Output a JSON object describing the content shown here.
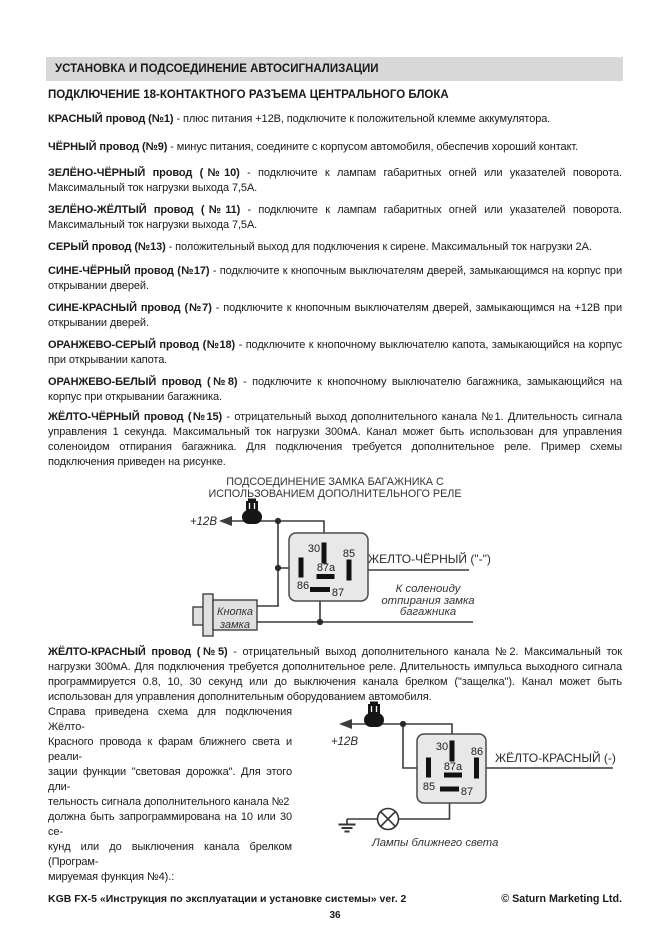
{
  "page": {
    "header_bar": "УСТАНОВКА И ПОДСОЕДИНЕНИЕ АВТОСИГНАЛИЗАЦИИ",
    "section_title": "ПОДКЛЮЧЕНИЕ 18-КОНТАКТНОГО РАЗЪЕМА ЦЕНТРАЛЬНОГО БЛОКА",
    "paragraphs": [
      {
        "lead": "КРАСНЫЙ провод (№1)",
        "text": " - плюс питания +12В, подключите к положительной клемме аккумулятора."
      },
      {
        "lead": "ЧЁРНЫЙ провод (№9)",
        "text": " - минус питания, соедините с корпусом автомобиля, обеспечив хороший контакт."
      },
      {
        "lead": "ЗЕЛЁНО-ЧЁРНЫЙ провод (№10)",
        "text": " - подключите к лампам габаритных огней или указателей поворота. Максимальный ток нагрузки выхода 7,5А."
      },
      {
        "lead": "ЗЕЛЁНО-ЖЁЛТЫЙ провод (№11)",
        "text": " - подключите к лампам габаритных огней или указателей поворота. Максимальный ток нагрузки выхода 7,5А."
      },
      {
        "lead": "СЕРЫЙ провод (№13)",
        "text": " - положительный выход для подключения к сирене. Максимальный ток нагрузки 2А."
      },
      {
        "lead": "СИНЕ-ЧЁРНЫЙ провод (№17)",
        "text": " - подключите к кнопочным выключателям дверей, замыкающимся на корпус при открывании дверей."
      },
      {
        "lead": "СИНЕ-КРАСНЫЙ провод (№7)",
        "text": " - подключите к кнопочным выключателям дверей, замыкающимся на +12В при открывании дверей."
      },
      {
        "lead": "ОРАНЖЕВО-СЕРЫЙ провод (№18)",
        "text": " - подключите к кнопочному выключателю капота, замыкающийся на корпус при открывании капота."
      },
      {
        "lead": "ОРАНЖЕВО-БЕЛЫЙ провод (№8)",
        "text": " - подключите к кнопочному выключателю багажника, замыкающийся на корпус при открывании багажника."
      },
      {
        "lead": "ЖЁЛТО-ЧЁРНЫЙ провод (№15)",
        "text": " - отрицательный выход дополнительного канала №1. Длительность сигнала управления 1 секунда. Максимальный ток нагрузки 300мА. Канал может быть использован для управления соленоидом отпирания багажника. Для подключения требуется дополнительное реле. Пример схемы подключения приведен на рисунке."
      },
      {
        "lead": "ЖЁЛТО-КРАСНЫЙ провод (№5)",
        "text": " - отрицательный выход дополнительного канала №2. Максимальный ток нагрузки 300мА. Для подключения требуется дополнительное реле. Длительность импульса выходного сигнала программируется 0.8, 10, 30 секунд или до выключения канала брелком (\"защелка\"). Канал может быть использован для управления дополнительным оборудованием автомобиля."
      }
    ],
    "diagram1": {
      "title": "ПОДСОЕДИНЕНИЕ ЗАМКА БАГАЖНИКА С\nИСПОЛЬЗОВАНИЕМ ДОПОЛНИТЕЛЬНОГО РЕЛЕ",
      "supply_label": "+12В",
      "wire_label": "ЖЕЛТО-ЧЁРНЫЙ (\"-\")",
      "solenoid_label": "К соленоиду\nотпирания замка\nбагажника",
      "button_label": "Кнопка\nзамка",
      "pins": {
        "p30": "30",
        "p85": "85",
        "p86": "86",
        "p87a": "87а",
        "p87": "87"
      }
    },
    "left_column_text": "Справа приведена схема для подключения Жёлто-\nКрасного провода к фарам ближнего света и реали-\nзации функции \"световая дорожка\". Для этого дли-\nтельность сигнала дополнительного канала №2\nдолжна быть запрограммирована на 10 или 30 се-\nкунд или до выключения канала брелком (Програм-\nмируемая функция №4).:",
    "diagram2": {
      "supply_label": "+12В",
      "wire_label": "ЖЁЛТО-КРАСНЫЙ (-)",
      "lamp_label": "Лампы ближнего света",
      "pins": {
        "p30": "30",
        "p85": "85",
        "p86": "86",
        "p87a": "87а",
        "p87": "87"
      }
    },
    "footer": {
      "left": "KGB FX-5 «Инструкция по эксплуатации и установке системы» ver. 2",
      "right": "© Saturn Marketing Ltd.",
      "page_number": "36"
    }
  }
}
